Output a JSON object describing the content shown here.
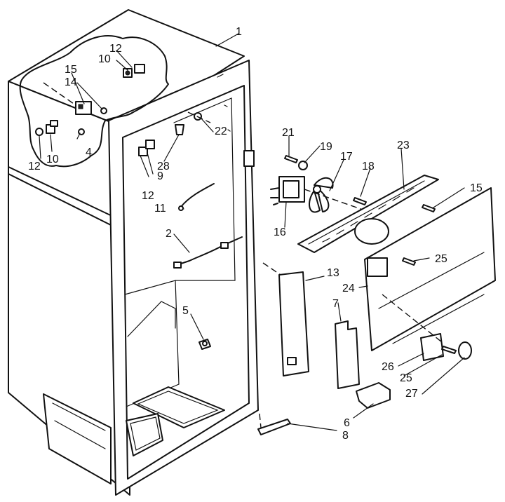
{
  "callouts": [
    {
      "id": "c1",
      "text": "1"
    },
    {
      "id": "c2",
      "text": "2"
    },
    {
      "id": "c4",
      "text": "4"
    },
    {
      "id": "c5",
      "text": "5"
    },
    {
      "id": "c6",
      "text": "6"
    },
    {
      "id": "c7",
      "text": "7"
    },
    {
      "id": "c8",
      "text": "8"
    },
    {
      "id": "c9",
      "text": "9"
    },
    {
      "id": "c10a",
      "text": "10"
    },
    {
      "id": "c10b",
      "text": "10"
    },
    {
      "id": "c11",
      "text": "11"
    },
    {
      "id": "c12a",
      "text": "12"
    },
    {
      "id": "c12b",
      "text": "12"
    },
    {
      "id": "c12c",
      "text": "12"
    },
    {
      "id": "c13",
      "text": "13"
    },
    {
      "id": "c14",
      "text": "14"
    },
    {
      "id": "c15a",
      "text": "15"
    },
    {
      "id": "c15b",
      "text": "15"
    },
    {
      "id": "c16",
      "text": "16"
    },
    {
      "id": "c17",
      "text": "17"
    },
    {
      "id": "c18",
      "text": "18"
    },
    {
      "id": "c19",
      "text": "19"
    },
    {
      "id": "c21",
      "text": "21"
    },
    {
      "id": "c22",
      "text": "22"
    },
    {
      "id": "c23",
      "text": "23"
    },
    {
      "id": "c24",
      "text": "24"
    },
    {
      "id": "c25a",
      "text": "25"
    },
    {
      "id": "c25b",
      "text": "25"
    },
    {
      "id": "c26",
      "text": "26"
    },
    {
      "id": "c27",
      "text": "27"
    },
    {
      "id": "c28",
      "text": "28"
    }
  ]
}
